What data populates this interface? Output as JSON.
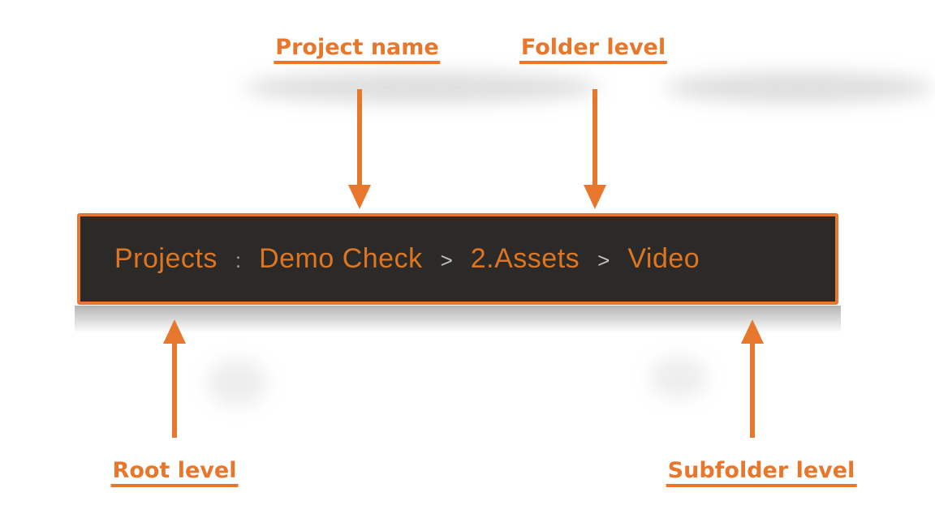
{
  "figure": {
    "description_labels": {
      "project_name": "Project name",
      "folder_level": "Folder level",
      "root_level": "Root level",
      "subfolder_level": "Subfolder level"
    }
  },
  "breadcrumb": {
    "root": "Projects",
    "root_separator": ":",
    "item_separator": ">",
    "project": "Demo Check",
    "folder": "2.Assets",
    "subfolder": "Video"
  },
  "colors": {
    "accent_orange": "#E8772E",
    "label_orange": "#E8762B",
    "breadcrumb_text_orange": "#DE7621",
    "breadcrumb_background": "#2B2A28",
    "separator_gray": "#C2C2C2"
  }
}
